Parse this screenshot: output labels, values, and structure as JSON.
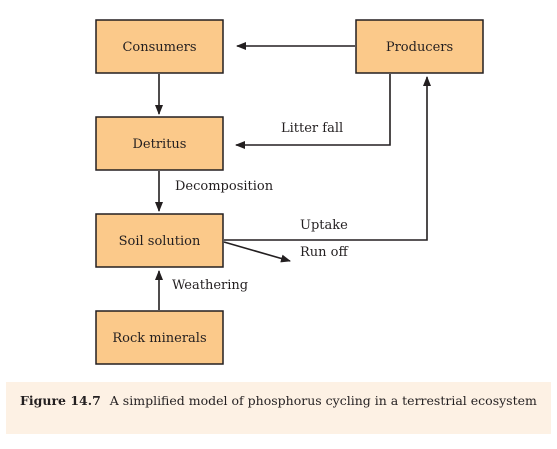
{
  "diagram": {
    "nodes": {
      "consumers": "Consumers",
      "producers": "Producers",
      "detritus": "Detritus",
      "soil_solution": "Soil solution",
      "rock_minerals": "Rock minerals"
    },
    "edges": {
      "litter_fall": "Litter fall",
      "decomposition": "Decomposition",
      "uptake": "Uptake",
      "run_off": "Run off",
      "weathering": "Weathering"
    }
  },
  "caption": {
    "label": "Figure 14.7",
    "text": "A simplified model of phosphorus cycling in a terrestrial ecosystem"
  },
  "colors": {
    "node_fill": "#fbc98a",
    "caption_bg": "#fdf1e4",
    "ink": "#231f20"
  }
}
